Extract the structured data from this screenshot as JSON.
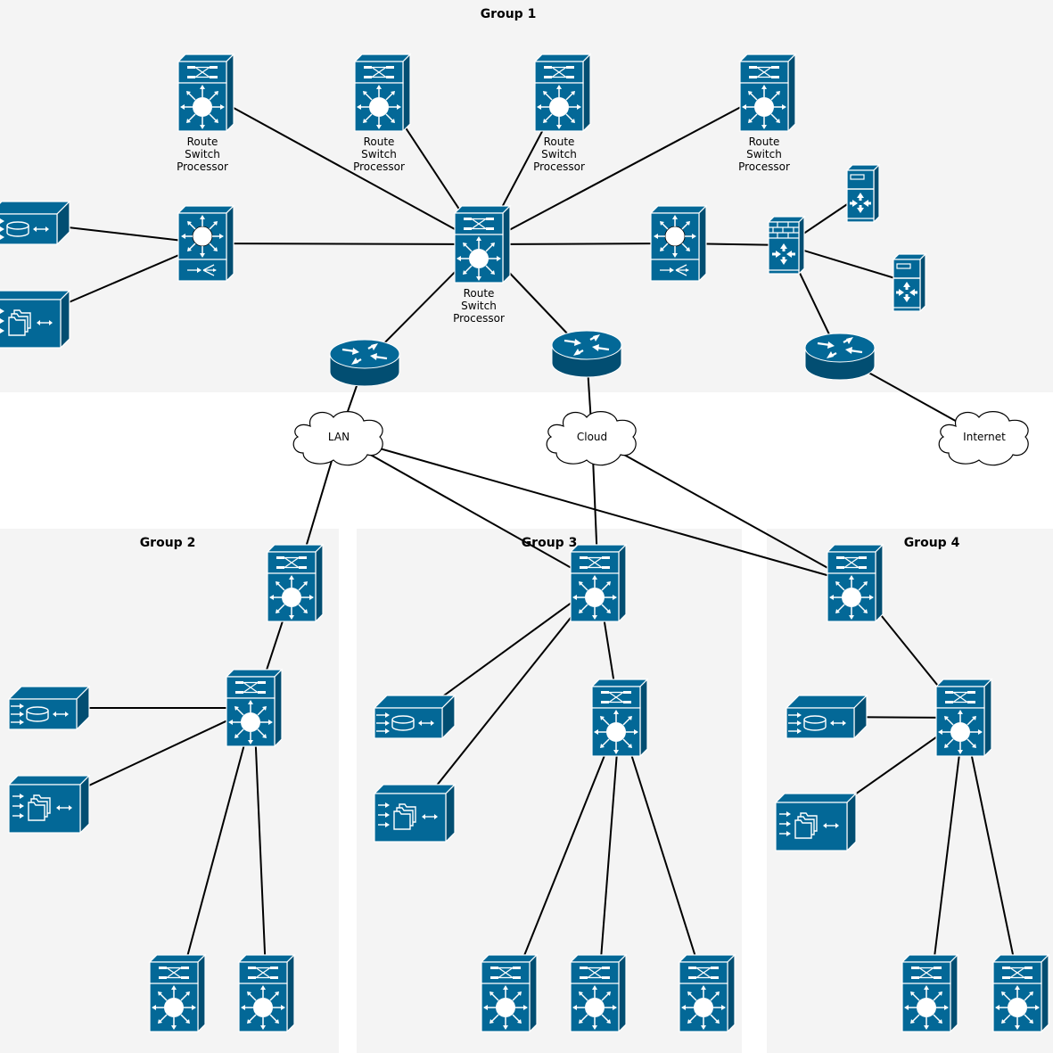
{
  "colors": {
    "device": "#036897",
    "device_dark": "#024e72",
    "group_bg": "#f4f4f4",
    "link": "#000000"
  },
  "groups": [
    {
      "id": "g1",
      "title": "Group 1"
    },
    {
      "id": "g2",
      "title": "Group 2"
    },
    {
      "id": "g3",
      "title": "Group 3"
    },
    {
      "id": "g4",
      "title": "Group 4"
    }
  ],
  "clouds": [
    {
      "id": "lan",
      "label": "LAN"
    },
    {
      "id": "cloud",
      "label": "Cloud"
    },
    {
      "id": "internet",
      "label": "Internet"
    }
  ],
  "nodes": [
    {
      "id": "rsp1",
      "type": "layer3-switch",
      "label": "Route Switch Processor"
    },
    {
      "id": "rsp2",
      "type": "layer3-switch",
      "label": "Route Switch Processor"
    },
    {
      "id": "rsp3",
      "type": "layer3-switch",
      "label": "Route Switch Processor"
    },
    {
      "id": "rsp4",
      "type": "layer3-switch",
      "label": "Route Switch Processor"
    },
    {
      "id": "core",
      "type": "layer3-switch",
      "label": "Route Switch Processor"
    },
    {
      "id": "mls-left",
      "type": "multilayer-switch",
      "label": ""
    },
    {
      "id": "mls-right",
      "type": "multilayer-switch",
      "label": ""
    },
    {
      "id": "storage-g1",
      "type": "storage-server",
      "label": ""
    },
    {
      "id": "file-g1",
      "type": "file-server",
      "label": ""
    },
    {
      "id": "firewall",
      "type": "firewall",
      "label": ""
    },
    {
      "id": "server-a",
      "type": "server",
      "label": ""
    },
    {
      "id": "server-b",
      "type": "server",
      "label": ""
    },
    {
      "id": "router-lan",
      "type": "router",
      "label": ""
    },
    {
      "id": "router-cloud",
      "type": "router",
      "label": ""
    },
    {
      "id": "router-inet",
      "type": "router",
      "label": ""
    },
    {
      "id": "g2-top",
      "type": "layer3-switch",
      "label": ""
    },
    {
      "id": "g2-mid",
      "type": "layer3-switch",
      "label": ""
    },
    {
      "id": "g2-storage",
      "type": "storage-server",
      "label": ""
    },
    {
      "id": "g2-file",
      "type": "file-server",
      "label": ""
    },
    {
      "id": "g2-a",
      "type": "layer3-switch",
      "label": ""
    },
    {
      "id": "g2-b",
      "type": "layer3-switch",
      "label": ""
    },
    {
      "id": "g3-top",
      "type": "layer3-switch",
      "label": ""
    },
    {
      "id": "g3-mid",
      "type": "layer3-switch",
      "label": ""
    },
    {
      "id": "g3-storage",
      "type": "storage-server",
      "label": ""
    },
    {
      "id": "g3-file",
      "type": "file-server",
      "label": ""
    },
    {
      "id": "g3-a",
      "type": "layer3-switch",
      "label": ""
    },
    {
      "id": "g3-b",
      "type": "layer3-switch",
      "label": ""
    },
    {
      "id": "g3-c",
      "type": "layer3-switch",
      "label": ""
    },
    {
      "id": "g4-top",
      "type": "layer3-switch",
      "label": ""
    },
    {
      "id": "g4-mid",
      "type": "layer3-switch",
      "label": ""
    },
    {
      "id": "g4-storage",
      "type": "storage-server",
      "label": ""
    },
    {
      "id": "g4-file",
      "type": "file-server",
      "label": ""
    },
    {
      "id": "g4-a",
      "type": "layer3-switch",
      "label": ""
    },
    {
      "id": "g4-b",
      "type": "layer3-switch",
      "label": ""
    }
  ],
  "links": [
    [
      "rsp1",
      "core"
    ],
    [
      "rsp2",
      "core"
    ],
    [
      "rsp3",
      "core"
    ],
    [
      "rsp4",
      "core"
    ],
    [
      "mls-left",
      "core"
    ],
    [
      "core",
      "mls-right"
    ],
    [
      "mls-right",
      "firewall"
    ],
    [
      "storage-g1",
      "mls-left"
    ],
    [
      "file-g1",
      "mls-left"
    ],
    [
      "firewall",
      "server-a"
    ],
    [
      "firewall",
      "server-b"
    ],
    [
      "firewall",
      "router-inet"
    ],
    [
      "core",
      "router-lan"
    ],
    [
      "core",
      "router-cloud"
    ],
    [
      "router-lan",
      "lan"
    ],
    [
      "router-cloud",
      "cloud"
    ],
    [
      "router-inet",
      "internet"
    ],
    [
      "lan",
      "g2-top"
    ],
    [
      "lan",
      "g3-top"
    ],
    [
      "lan",
      "g4-top"
    ],
    [
      "cloud",
      "g3-top"
    ],
    [
      "cloud",
      "g4-top"
    ],
    [
      "g2-top",
      "g2-mid"
    ],
    [
      "g2-storage",
      "g2-mid"
    ],
    [
      "g2-file",
      "g2-mid"
    ],
    [
      "g2-mid",
      "g2-a"
    ],
    [
      "g2-mid",
      "g2-b"
    ],
    [
      "g3-top",
      "g3-mid"
    ],
    [
      "g3-top",
      "g3-storage"
    ],
    [
      "g3-top",
      "g3-file"
    ],
    [
      "g3-mid",
      "g3-a"
    ],
    [
      "g3-mid",
      "g3-b"
    ],
    [
      "g3-mid",
      "g3-c"
    ],
    [
      "g4-top",
      "g4-mid"
    ],
    [
      "g4-storage",
      "g4-mid"
    ],
    [
      "g4-file",
      "g4-mid"
    ],
    [
      "g4-mid",
      "g4-a"
    ],
    [
      "g4-mid",
      "g4-b"
    ]
  ]
}
